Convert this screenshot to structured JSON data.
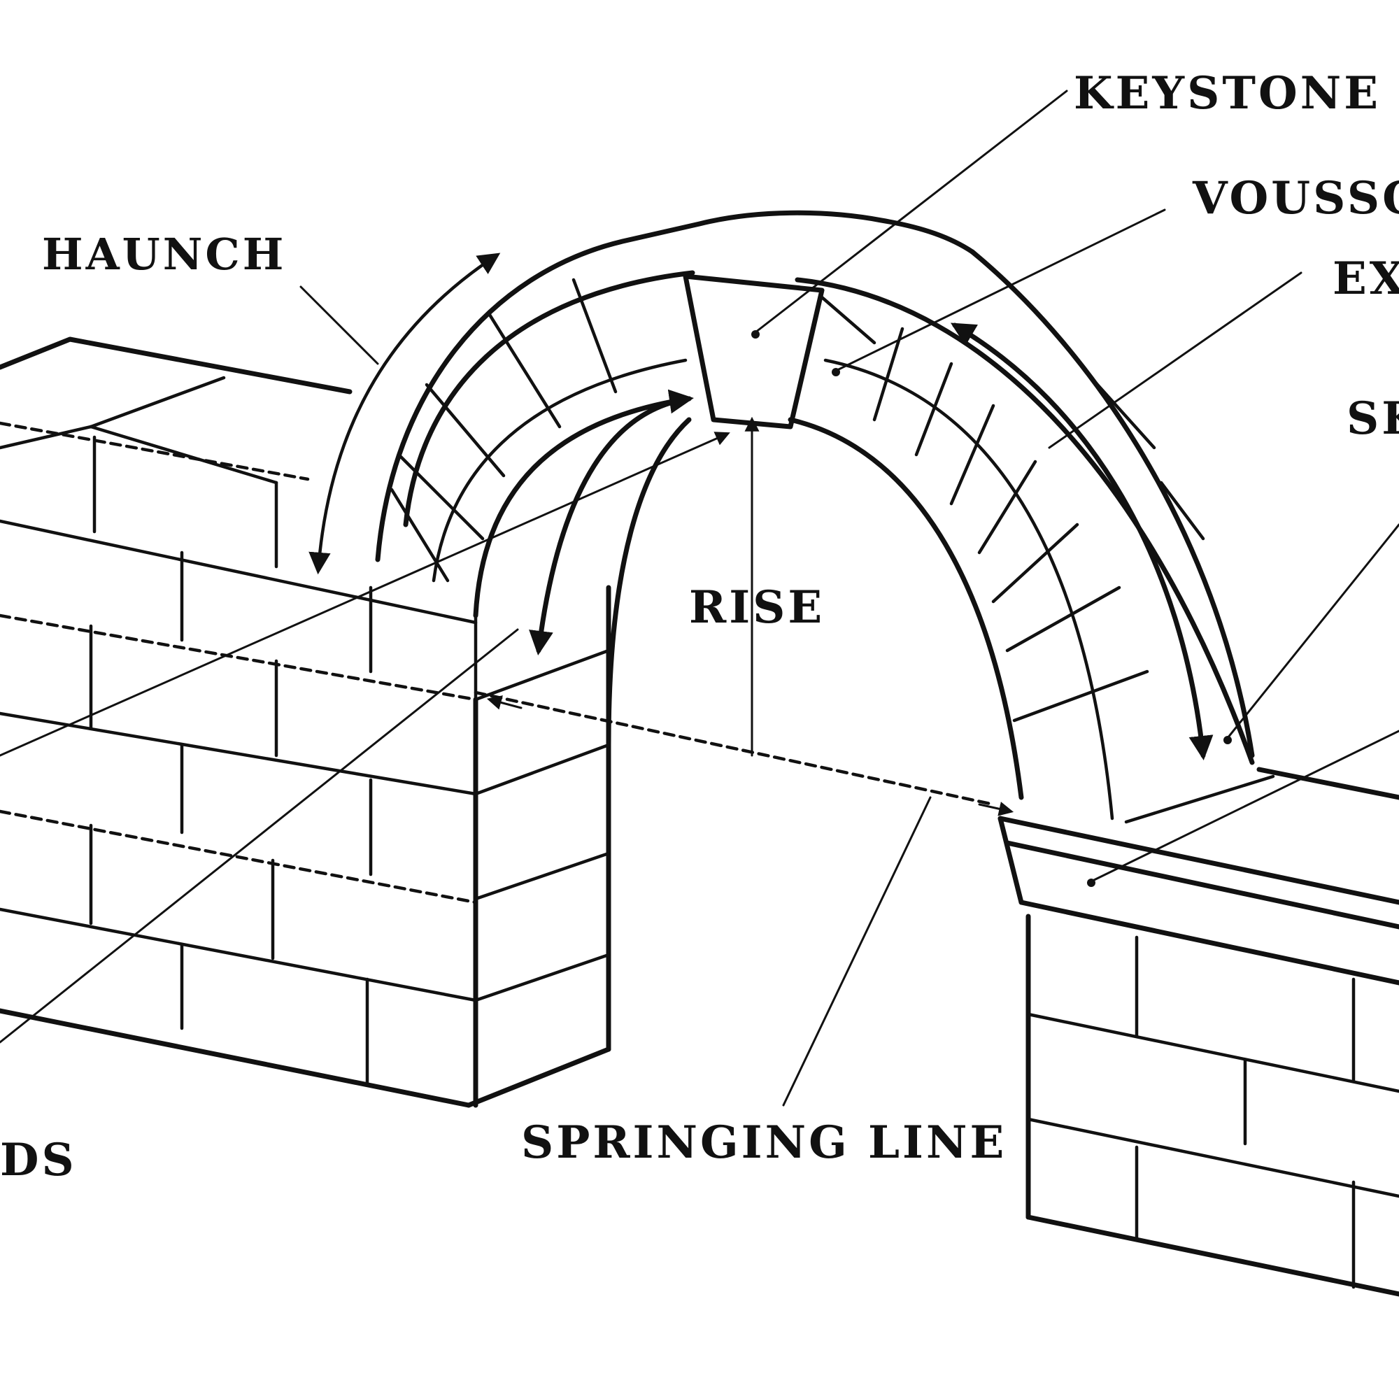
{
  "diagram": {
    "labels": {
      "keystone": "KEYSTONE",
      "voussoir": "VOUSSO",
      "extrados": "EX",
      "haunch": "HAUNCH",
      "rise": "RISE",
      "skewback": "SK",
      "springing_line": "SPRINGING LINE",
      "intrados": "DS"
    },
    "colors": {
      "ink": "#111111",
      "paper": "#ffffff"
    }
  }
}
